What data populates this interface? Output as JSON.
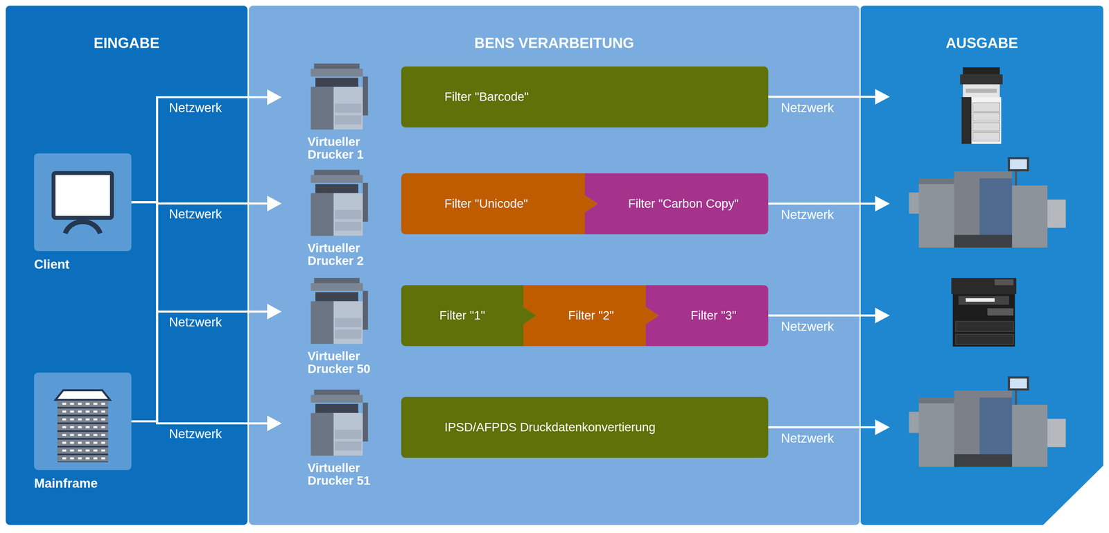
{
  "diagram": {
    "nodes": [
      {
        "text": [
          "EINGABE"
        ]
      },
      {
        "text": [
          "Client"
        ],
        "in": 0
      },
      {
        "text": [
          "Mainframe"
        ],
        "in": 0
      },
      {
        "text": [
          "BENS VERARBEITUNG"
        ]
      },
      {
        "text": [
          "Virtueller Drucker 1"
        ],
        "in": 3
      },
      {
        "text": [
          "Filter \"Barcode\""
        ],
        "in": 3
      },
      {
        "text": [
          "Virtueller Drucker 2"
        ],
        "in": 3
      },
      {
        "text": [
          "Filter \"Unicode\""
        ],
        "in": 3
      },
      {
        "text": [
          "Filter \"Carbon Copy\""
        ],
        "in": 3
      },
      {
        "text": [
          "Virtueller Drucker 50"
        ],
        "in": 3
      },
      {
        "text": [
          "Filter \"1\""
        ],
        "in": 3
      },
      {
        "text": [
          "Filter \"2\""
        ],
        "in": 3
      },
      {
        "text": [
          "Filter \"3\""
        ],
        "in": 3
      },
      {
        "text": [
          "Virtueller Drucker 51"
        ],
        "in": 3
      },
      {
        "text": [
          "IPSD/AFPDS Druckdatenkonvertierung"
        ],
        "in": 3
      },
      {
        "text": [
          "AUSGABE"
        ]
      }
    ],
    "edges": [
      {
        "from": 1,
        "to": 4,
        "arrow": "to",
        "label": "Netzwerk"
      },
      {
        "from": 1,
        "to": 6,
        "arrow": "to",
        "label": "Netzwerk"
      },
      {
        "from": 1,
        "to": 9,
        "arrow": "to",
        "label": "Netzwerk"
      },
      {
        "from": 1,
        "to": 13,
        "arrow": "to"
      },
      {
        "from": 2,
        "to": 4,
        "arrow": "to"
      },
      {
        "from": 2,
        "to": 6,
        "arrow": "to"
      },
      {
        "from": 2,
        "to": 9,
        "arrow": "to"
      },
      {
        "from": 2,
        "to": 13,
        "arrow": "to",
        "label": "Netzwerk"
      },
      {
        "from": 7,
        "to": 8,
        "arrow": "to"
      },
      {
        "from": 10,
        "to": 11,
        "arrow": "to"
      },
      {
        "from": 11,
        "to": 12,
        "arrow": "to"
      }
    ],
    "labels": [
      "Netzwerk",
      "Netzwerk",
      "Netzwerk",
      "Netzwerk"
    ]
  }
}
